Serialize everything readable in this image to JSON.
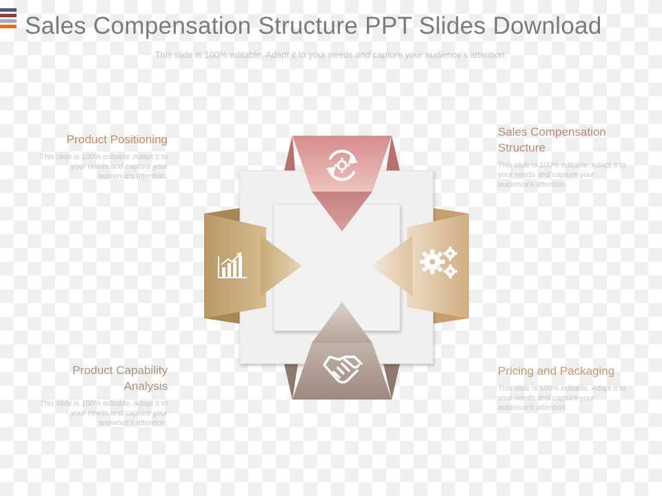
{
  "title": "Sales Compensation Structure PPT Slides Download",
  "subtitle": "This slide is 100% editable. Adapt it to your needs and capture your audience's attention.",
  "colors": {
    "logo": [
      "#5a5472",
      "#8b3d4b",
      "#a8a8b8",
      "#e0701e"
    ],
    "heading": "#b07f6c",
    "body_text": "#c8c8c8",
    "top_arrow": "#d79999",
    "left_arrow": "#c2a274",
    "right_arrow": "#d7bb98",
    "bottom_arrow": "#a69389"
  },
  "blocks": {
    "top_left": {
      "heading": "Product Positioning",
      "body": "This slide is 100% editable. Adapt it to your needs and capture your audience's attention."
    },
    "top_right": {
      "heading": "Sales Compensation Structure",
      "body": "This slide is 100% editable. Adapt it to your needs and capture your audience's attention."
    },
    "bottom_left": {
      "heading": "Product Capability Analysis",
      "body": "This slide is 100% editable. Adapt it to your needs and capture your audience's attention."
    },
    "bottom_right": {
      "heading": "Pricing and Packaging",
      "body": "This slide is 100% editable. Adapt it to your needs and capture your audience's attention."
    }
  },
  "icons": {
    "top": "refresh-gear-icon",
    "left": "bar-chart-icon",
    "right": "gears-icon",
    "bottom": "handshake-icon"
  }
}
